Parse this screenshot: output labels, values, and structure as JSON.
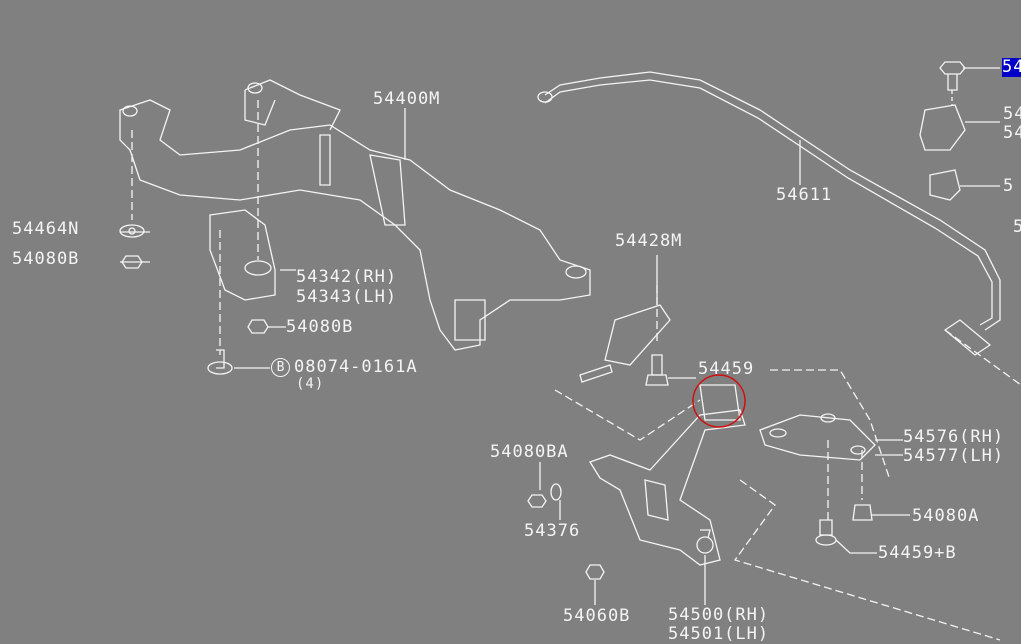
{
  "diagram": {
    "labels": {
      "crossmember": "54400M",
      "stabilizer": "54611",
      "washer": "54464N",
      "nut_left": "54080B",
      "mount_rh": "54342(RH)",
      "mount_lh": "54343(LH)",
      "nut_mount": "54080B",
      "bolt_code_badge": "B",
      "bolt": "08074-0161A",
      "bolt_qty": "(4)",
      "bracket": "54428M",
      "bolt_arm": "54459",
      "nut_arm": "54080BA",
      "washer_arm": "54376",
      "nut_bottom": "54060B",
      "arm_rh": "54500(RH)",
      "arm_lh": "54501(LH)",
      "plate_rh": "54576(RH)",
      "plate_lh": "54577(LH)",
      "nut_plate": "54080A",
      "bolt_plate": "54459+B",
      "right_1": "54",
      "right_2": "54",
      "right_3": "54",
      "right_4": "5",
      "right_5": "5"
    },
    "colors": {
      "background": "#808080",
      "line": "#f4f4f4",
      "highlight": "#0000c8",
      "callout_circle": "#d01010"
    }
  }
}
